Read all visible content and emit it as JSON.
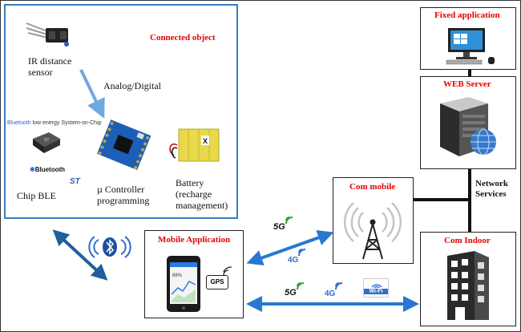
{
  "connected_object": {
    "title": "Connected object",
    "ir_sensor_line1": "IR distance",
    "ir_sensor_line2": "sensor",
    "analog_digital": "Analog/Digital",
    "ble_tagline": "low energy System-on-Chip",
    "ble_brand": "Bluetooth",
    "chip_label": "Chip BLE",
    "controller_line1": "µ Controller",
    "controller_line2": "programming",
    "battery_line1": "Battery",
    "battery_line2": "(recharge",
    "battery_line3": "management)"
  },
  "fixed_application": {
    "title": "Fixed application"
  },
  "web_server": {
    "title": "WEB Server"
  },
  "network": {
    "line1": "Network",
    "line2": "Services"
  },
  "com_mobile": {
    "title": "Com mobile"
  },
  "com_indoor": {
    "title": "Com Indoor"
  },
  "mobile_application": {
    "title": "Mobile Application",
    "gps_label": "GPS"
  },
  "links": {
    "label_5g": "5G",
    "label_4g": "4G",
    "wifi_label": "Wi-Fi"
  },
  "colors": {
    "connected_border": "#3a7cc0",
    "arrow_blue": "#2878d0",
    "arrow_dark": "#1f5f9e",
    "title_red": "#e60000",
    "signal_blue": "#2d6fd0",
    "signal_green": "#2ea043"
  }
}
